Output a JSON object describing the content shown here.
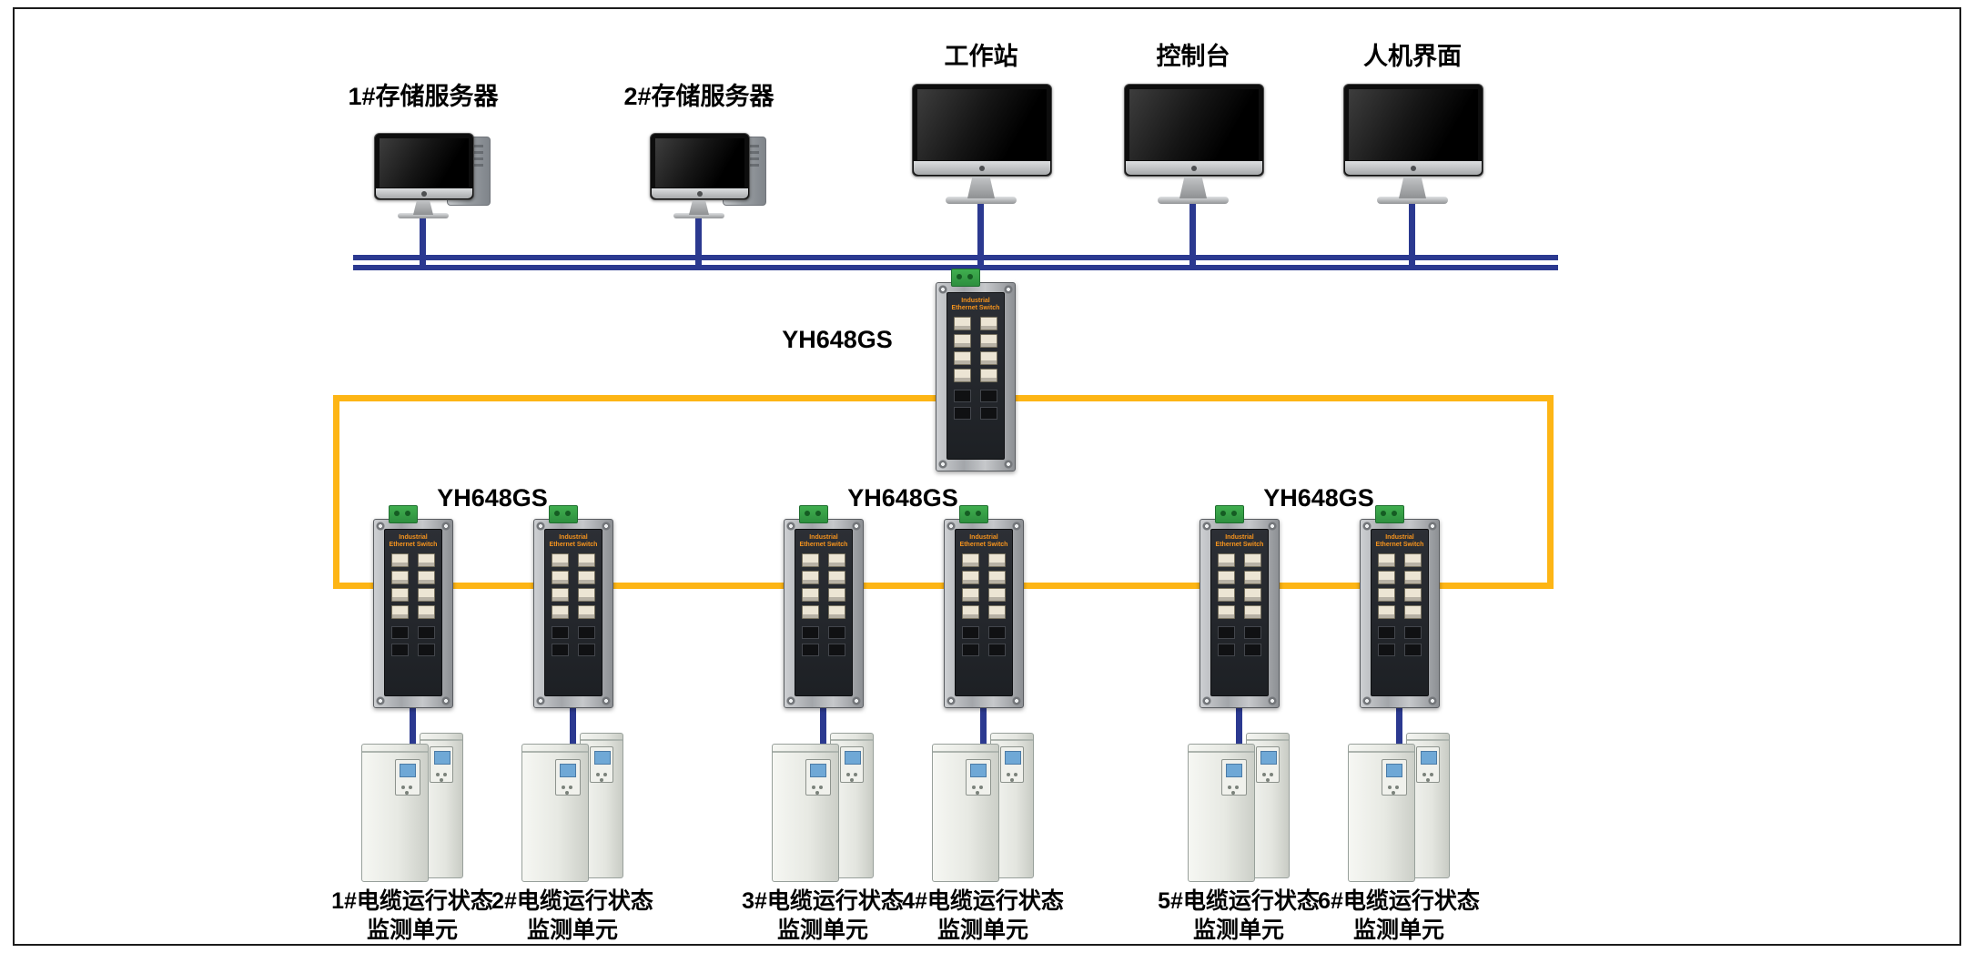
{
  "colors": {
    "line_blue": "#2b3990",
    "ring_yellow": "#fdb515",
    "terminal_green": "#3fae4e",
    "switch_text_orange": "#f7941d",
    "port_cream": "#ece5d4",
    "cabinet_screen_blue": "#6fa8d6"
  },
  "top_devices": {
    "storage1": "1#存储服务器",
    "storage2": "2#存储服务器",
    "workstation": "工作站",
    "console": "控制台",
    "hmi": "人机界面"
  },
  "switches": {
    "panel_title": "Industrial Ethernet Switch",
    "core_label": "YH648GS",
    "group1_label": "YH648GS",
    "group2_label": "YH648GS",
    "group3_label": "YH648GS"
  },
  "units": [
    {
      "line1": "1#电缆运行状态",
      "line2": "监测单元"
    },
    {
      "line1": "2#电缆运行状态",
      "line2": "监测单元"
    },
    {
      "line1": "3#电缆运行状态",
      "line2": "监测单元"
    },
    {
      "line1": "4#电缆运行状态",
      "line2": "监测单元"
    },
    {
      "line1": "5#电缆运行状态",
      "line2": "监测单元"
    },
    {
      "line1": "6#电缆运行状态",
      "line2": "监测单元"
    }
  ]
}
